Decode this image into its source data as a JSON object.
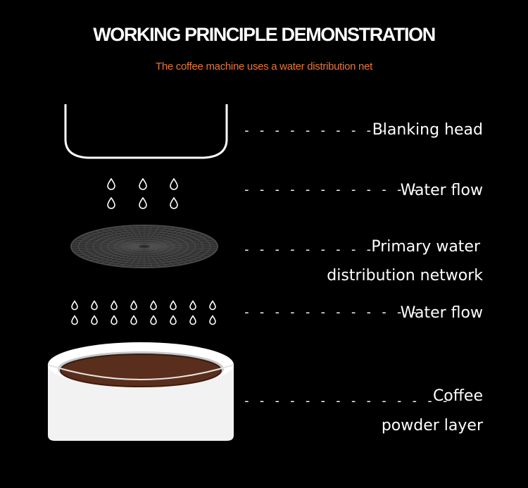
{
  "header": {
    "title": "WORKING PRINCIPLE DEMONSTRATION",
    "subtitle": "The coffee machine uses a water distribution net"
  },
  "colors": {
    "background": "#000000",
    "subtitle": "#e8743b",
    "text": "#ffffff",
    "mesh": "#3b3b3b",
    "coffee": "#5a2e1c",
    "cup": "#f2f2f2"
  },
  "labels": {
    "blanking_head": "Blanking head",
    "water_flow_1": "Water flow",
    "primary_line1": "Primary water",
    "primary_line2": "distribution network",
    "water_flow_2": "Water flow",
    "coffee_line1": "Coffee",
    "coffee_line2": "powder layer"
  },
  "leaders": {
    "blanking_head": "- - - - - - - - - -",
    "water_flow_1": "- - - - - - - - - - - -",
    "primary": "- - - - -  - - - -",
    "water_flow_2": "- - - - - - - - - - - -",
    "coffee": "- - - - - - - - - - - - - -"
  },
  "icons": {
    "blanking_head": "blanking-head-icon",
    "droplet": "water-droplet-icon",
    "mesh": "distribution-mesh-icon",
    "cup": "coffee-cup-icon"
  }
}
